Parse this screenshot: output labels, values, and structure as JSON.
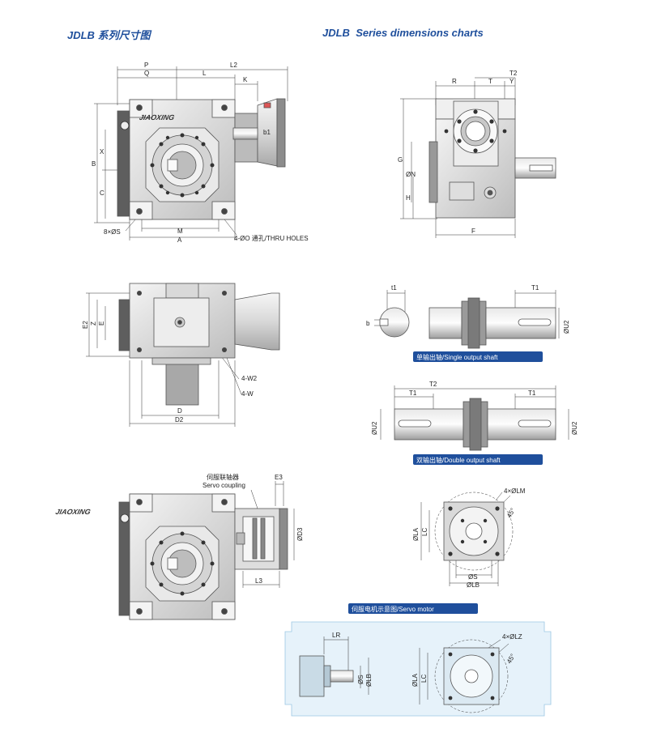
{
  "titles": {
    "cn_series": "JDLB",
    "cn_text": "系列尺寸图",
    "en_series": "JDLB",
    "en_text": "Series dimensions charts"
  },
  "logo": "JIAOXING",
  "view1": {
    "P": "P",
    "Q": "Q",
    "L": "L",
    "L2": "L2",
    "K": "K",
    "B": "B",
    "X": "X",
    "C": "C",
    "M": "M",
    "A": "A",
    "holes_S": "8×ØS",
    "holes_O": "4-ØO 通孔/THRU HOLES",
    "shaft_b": "b1"
  },
  "view2": {
    "R": "R",
    "T": "T",
    "T2": "T2",
    "Y": "Y",
    "G": "G",
    "N": "ØN",
    "H": "H",
    "F": "F"
  },
  "view3": {
    "E2": "E2",
    "Z": "Z",
    "E": "E",
    "W2": "4-W2",
    "W": "4-W",
    "D": "D",
    "D2": "D2"
  },
  "single_shaft": {
    "t1": "t1",
    "b": "b",
    "T1": "T1",
    "U2": "ØU2",
    "caption": "单输出轴/Single output shaft"
  },
  "double_shaft": {
    "T2": "T2",
    "T1a": "T1",
    "T1b": "T1",
    "U2a": "ØU2",
    "U2b": "ØU2",
    "caption": "双输出轴/Double output shaft"
  },
  "view4": {
    "coupling_cn": "伺服联轴器",
    "coupling_en": "Servo coupling",
    "E3": "E3",
    "D3": "ØD3",
    "L3": "L3"
  },
  "flange": {
    "LM": "4×ØLM",
    "angle": "45°",
    "LA": "ØLA",
    "LC": "LC",
    "S": "ØS",
    "LB": "ØLB"
  },
  "servo_caption": "伺服电机示意图/Servo motor",
  "servo": {
    "LR": "LR",
    "S": "ØS",
    "LB": "ØLB",
    "LZ": "4×ØLZ",
    "angle": "45°",
    "LA": "ØLA",
    "LC": "LC"
  }
}
